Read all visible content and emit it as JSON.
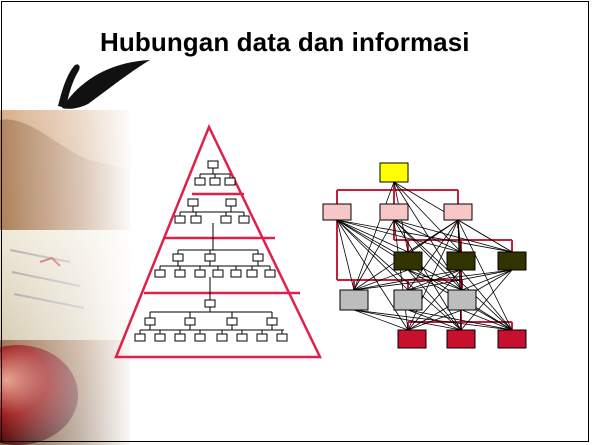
{
  "slide": {
    "title": "Hubungan data dan informasi"
  },
  "colors": {
    "pyramid_line": "#e0204a",
    "network_line": "#c81e3c",
    "top_node": "#ffff00",
    "level2_node": "#f7c6c6",
    "level3_node": "#333300",
    "level4_node": "#bdbdbd",
    "level5_node": "#c8102e",
    "edge": "#000000"
  },
  "icons": {
    "decor_left": "classroom-photo-with-apple",
    "pyramid": "hierarchical-pyramid-diagram",
    "network": "network-data-diagram"
  }
}
